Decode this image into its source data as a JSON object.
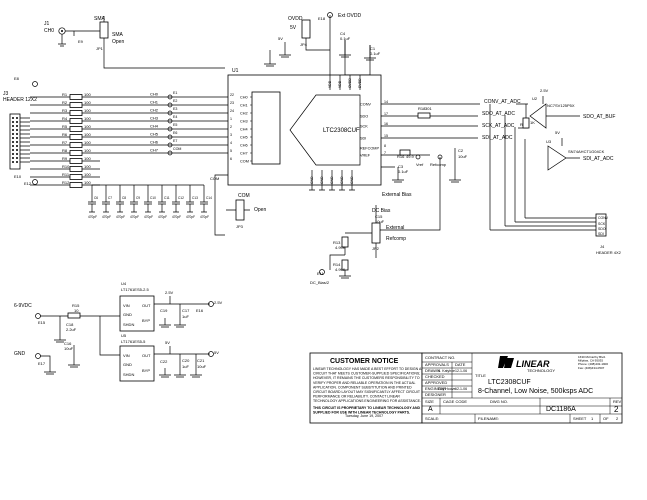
{
  "connectors": {
    "j1": "J1",
    "j1_net": "CH0",
    "j2": "J2",
    "j2_net": "Ext OVDD",
    "e8": "E8",
    "e9": "E9",
    "e10": "E10",
    "e11": "E11",
    "e12": "E12",
    "e15": "E15",
    "e16": "E16",
    "e17": "E17",
    "e18": "E18",
    "header": "HEADER 12X2",
    "header_ref": "J3",
    "header2": "HEADER 4X2",
    "header2_ref": "J4",
    "pwr_in": "6-9VDC",
    "gnd": "GND",
    "dc_bias": "DC_Bias/2"
  },
  "jumpers": {
    "jp1": "JP1",
    "jp1_a": "SMA",
    "jp1_b": "Open",
    "jp2": "JP2",
    "jp2_a": "External",
    "jp2_b": "Refcomp",
    "jp3": "JP3",
    "jp3_a": "COM",
    "jp3_b": "Open",
    "jp4": "JP4",
    "jp4_a": "OVDD",
    "jp4_b": "5V",
    "ext_bias": "External Bias",
    "dc_bias_lbl": "DC Bias"
  },
  "adc": {
    "ref": "U1",
    "name": "LTC2308CUF",
    "left_pins": [
      "CH0",
      "CH1",
      "CH2",
      "CH3",
      "CH4",
      "CH5",
      "CH6",
      "CH7",
      "COM"
    ],
    "left_nums": [
      "22",
      "23",
      "24",
      "1",
      "2",
      "3",
      "4",
      "5",
      "6"
    ],
    "right_pins": [
      "CONV",
      "SDO",
      "SCK",
      "SDI",
      "REFCOMP",
      "VREF"
    ],
    "right_nums": [
      "14",
      "17",
      "16",
      "15",
      "8",
      "7"
    ],
    "top_pins": [
      "VDD",
      "VDD",
      "OVDD",
      "DVDD"
    ],
    "bottom_pins": [
      "GND",
      "GND",
      "GND",
      "GND",
      "GND"
    ]
  },
  "nets": {
    "ch": [
      "CH0",
      "CH1",
      "CH2",
      "CH3",
      "CH4",
      "CH5",
      "CH6",
      "CH7"
    ],
    "ch_e": [
      "E1",
      "E2",
      "E3",
      "E4",
      "E5",
      "E6",
      "E7",
      "COM"
    ],
    "conv": "CONV_AT_ADC",
    "sdo": "SDO_AT_ADC",
    "sck": "SCK_AT_ADC",
    "sdi": "SDI_AT_ADC",
    "conv_n": "CONV_AT_ADC",
    "sdo_buf": "SDO_AT_BUF",
    "sdo_n": "SDO_AT_ADC",
    "sck_n": "SCK_AT_ADC",
    "sdi_n": "SDI_AT_ADC",
    "vref": "Vref",
    "refcomp": "Refcomp",
    "v5": "5V",
    "v25": "2.5V",
    "vcc": "+5V"
  },
  "resistors": {
    "r": [
      "R1",
      "R2",
      "R3",
      "R4",
      "R5",
      "R6",
      "R7",
      "R8",
      "R9",
      "R10",
      "R11",
      "R12"
    ],
    "val": "100",
    "r15": "R15",
    "r15v": "10",
    "r13": "R13",
    "r13v": "4.99K",
    "r14": "R14",
    "r14v": "4.99K",
    "r16": "R16",
    "r16v": "49.9",
    "r18": "R18",
    "r18v": "301",
    "r20": "R20",
    "r20v": "1K",
    "r17": "R17"
  },
  "caps": {
    "ch": [
      "C6",
      "C7",
      "C8",
      "C9",
      "C10",
      "C11",
      "C12",
      "C13",
      "C14"
    ],
    "ch_v": [
      "470pF",
      "470pF",
      "470pF",
      "470pF",
      "470pF",
      "470pF",
      "470pF",
      "470pF",
      "470pF"
    ],
    "c1": "C1",
    "c1v": "0.1uF",
    "c4": "C4",
    "c4v": "0.1uF",
    "c2": "C2",
    "c2v": "10uF",
    "c3": "C3",
    "c3v": "0.1uF",
    "c15": "C15",
    "c15v": "10uF",
    "c18": "C18",
    "c18v": "2.2uF",
    "c16": "C16",
    "c16v": "10uF",
    "c17": "C17",
    "c17v": "1uF",
    "c19": "C19",
    "c19v": "1uF",
    "c20": "C20",
    "c20v": "1uF",
    "c21": "C21",
    "c21v": "10uF",
    "c22": "C22",
    "c22v": "0.1uF"
  },
  "regs": {
    "u4": "U4",
    "u4p": "LT1761ES5-2.5",
    "u5": "U5",
    "u5p": "LT1761ES5-5",
    "vin": "VIN",
    "out": "OUT",
    "gnd": "GND",
    "shdn": "SHDN",
    "byp": "BYP",
    "out_a": "2.5V",
    "out_b": "5V"
  },
  "logic": {
    "u2": "U2",
    "u2p": "NC7SV125P5X",
    "u3": "U3",
    "u3p": "SN74AHCT1G04CK"
  },
  "notice": {
    "title": "CUSTOMER NOTICE",
    "body": [
      "LINEAR TECHNOLOGY HAS MADE A BEST EFFORT TO DESIGN A",
      "CIRCUIT THAT MEETS CUSTOMER-SUPPLIED SPECIFICATIONS;",
      "HOWEVER, IT REMAINS THE CUSTOMERS RESPONSIBILITY TO",
      "VERIFY PROPER AND RELIABLE OPERATION IN THE ACTUAL",
      "APPLICATION. COMPONENT SUBSTITUTION AND PRINTED",
      "CIRCUIT BOARD LAYOUT MAY SIGNIFICANTLY AFFECT CIRCUIT",
      "PERFORMANCE OR RELIABILITY. CONTACT LINEAR",
      "TECHNOLOGY APPLICATIONS ENGINEERING FOR ASSISTANCE."
    ],
    "foot": [
      "THIS CIRCUIT IS PROPRIETARY TO LINEAR TECHNOLOGY AND",
      "SUPPLIED FOR USE WITH LINEAR TECHNOLOGY PARTS."
    ]
  },
  "title_block": {
    "contract": "CONTRACT NO.",
    "approvals": "APPROVALS",
    "date": "DATE",
    "drawn": "DRAWN",
    "drawn_by": "K. Katyhce",
    "drawn_date": "12-1-06",
    "checked": "CHECKED",
    "approved": "APPROVED",
    "engineer": "ENGINEER",
    "engineer_by": "Guy Hoover",
    "engineer_date": "12-1-06",
    "designer": "DESIGNER",
    "logo": "LINEAR TECHNOLOGY",
    "addr": [
      "1630 McCarthy Blvd.",
      "Milpitas, CA 95035",
      "Phone: (408)432-1900",
      "Fax: (408)434-0507"
    ],
    "title_lbl": "TITLE",
    "title1": "LTC2308CUF",
    "title2": "8-Channel, Low Noise, 500ksps ADC",
    "size_lbl": "SIZE",
    "size": "A",
    "cage_lbl": "CAGE CODE",
    "dwg_lbl": "DWG NO.",
    "dwg": "DC1186A",
    "rev_lbl": "REV",
    "rev": "2",
    "scale_lbl": "SCALE:",
    "file_lbl": "FILENAME:",
    "sheet_lbl": "SHEET",
    "sheet": "1",
    "of_lbl": "OF",
    "of": "2",
    "printed": "Tuesday, June 19, 2007"
  }
}
